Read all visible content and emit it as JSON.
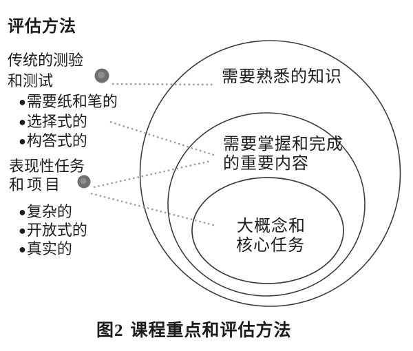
{
  "title": "评估方法",
  "left_panel": {
    "bullet": "●",
    "group1": {
      "title_lines": [
        "传统的测验",
        "和测试"
      ],
      "items": [
        "需要纸和笔的",
        "选择式的",
        "构答式的"
      ]
    },
    "group2": {
      "title_lines": [
        "表现性任务",
        "和项目"
      ],
      "items": [
        "复杂的",
        "开放式的",
        "真实的"
      ]
    }
  },
  "diagram": {
    "rings": {
      "outer": {
        "label_lines": [
          "需要熟悉的知识"
        ]
      },
      "middle": {
        "label_lines": [
          "需要掌握和完成",
          "的重要内容"
        ]
      },
      "inner": {
        "label_lines": [
          "大概念和",
          "核心任务"
        ]
      }
    },
    "connections": [
      {
        "from": "traditional-tests-marker",
        "to": "outer-ring-label"
      },
      {
        "from": "traditional-tests-items",
        "to": "middle-ring-label"
      },
      {
        "from": "performance-tasks-marker",
        "to": "middle-ring-label"
      },
      {
        "from": "performance-tasks-marker",
        "to": "inner-ring-label"
      }
    ],
    "colors": {
      "ring_stroke": "#3b3b3b",
      "connector": "#9b9b9b",
      "marker": "#6f6f6f",
      "marker_highlight": "#a8a8a8"
    }
  },
  "caption": {
    "figure_label": "图2",
    "text": "课程重点和评估方法"
  }
}
